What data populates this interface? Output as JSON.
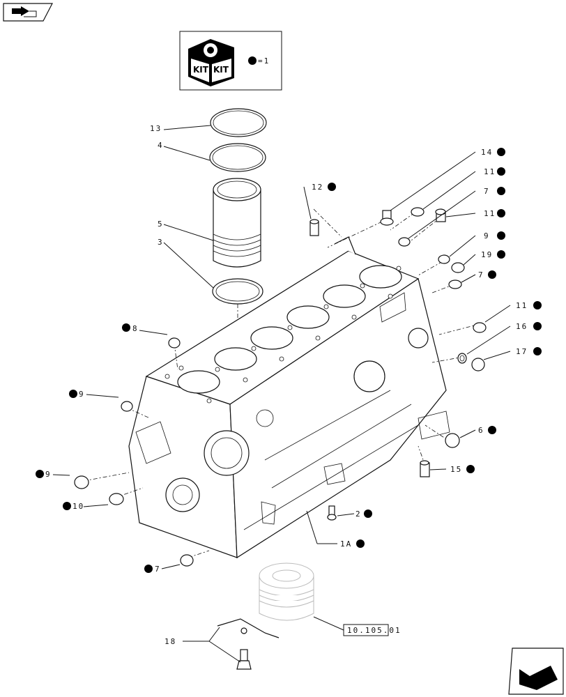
{
  "kit_legend": {
    "kit_text_left": "KIT",
    "kit_text_right": "KIT",
    "equals_text": "=1"
  },
  "reference": {
    "text": "10.105.01"
  },
  "callouts": {
    "c13": "13",
    "c4": "4",
    "c5": "5",
    "c3": "3",
    "c8": "8",
    "c9a": "9",
    "c9b": "9",
    "c10": "10",
    "c7a": "7",
    "c12": "12",
    "c14": "14",
    "c11a": "11",
    "c7b": "7",
    "c11b": "11",
    "c9c": "9",
    "c19": "19",
    "c7c": "7",
    "c11c": "11",
    "c16": "16",
    "c17": "17",
    "c6": "6",
    "c15": "15",
    "c2": "2",
    "c1a": "1A",
    "c18": "18"
  },
  "icons": {
    "top_left": "book-navigation-icon",
    "bottom_right": "next-page-arrow-icon",
    "kit": "kit-box-icon"
  }
}
